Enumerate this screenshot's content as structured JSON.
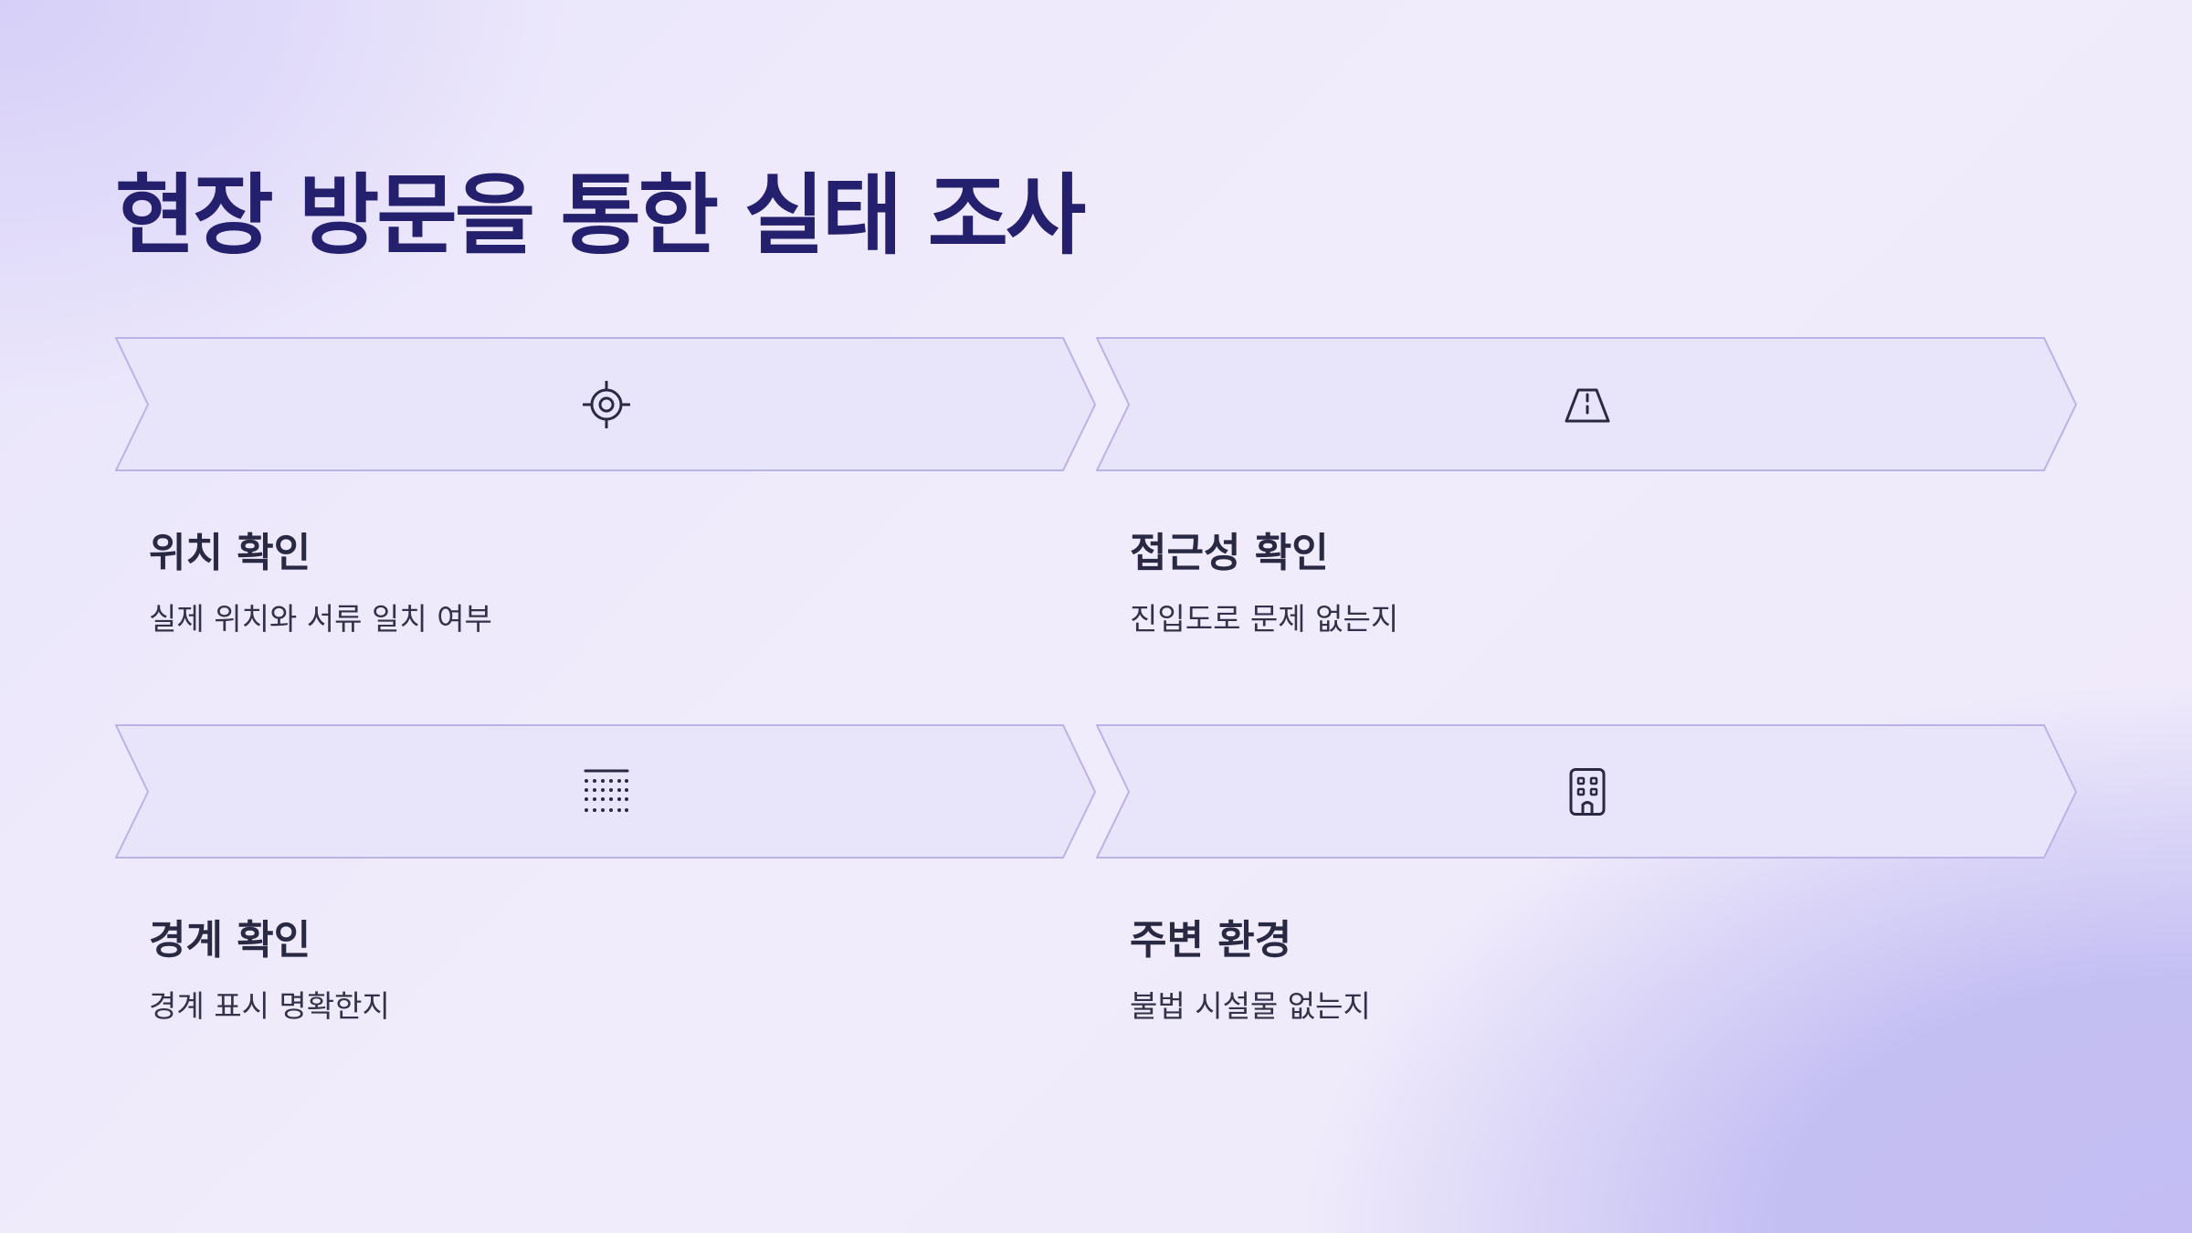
{
  "slide": {
    "title": "현장 방문을 통한 실태 조사"
  },
  "cards": [
    {
      "icon": "crosshair-icon",
      "title": "위치 확인",
      "description": "실제 위치와 서류 일치 여부"
    },
    {
      "icon": "road-icon",
      "title": "접근성 확인",
      "description": "진입도로 문제 없는지"
    },
    {
      "icon": "boundary-grid-icon",
      "title": "경계 확인",
      "description": "경계 표시 명확한지"
    },
    {
      "icon": "building-icon",
      "title": "주변 환경",
      "description": "불법 시설물 없는지"
    }
  ],
  "colors": {
    "title": "#25206e",
    "chevron_fill": "#e8e4f9",
    "chevron_stroke": "#b9b3e6",
    "icon_stroke": "#2a2944"
  }
}
